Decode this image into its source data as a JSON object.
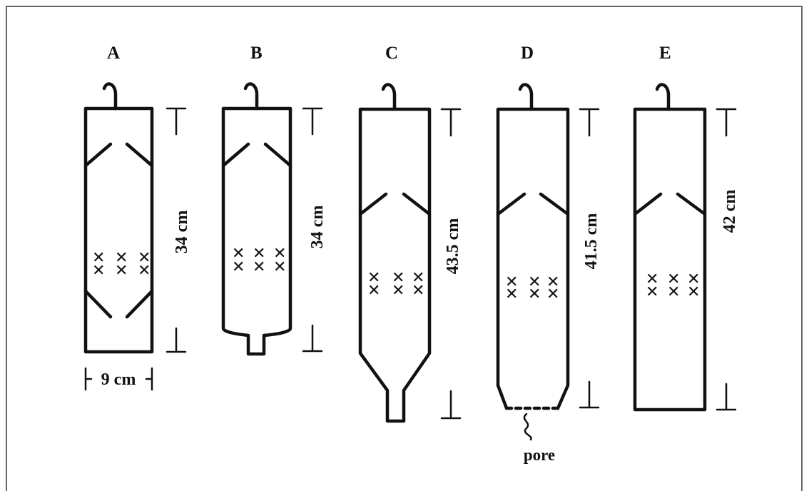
{
  "traps": [
    {
      "id": "A",
      "label": "A",
      "height_label": "34 cm",
      "width_label": "9 cm"
    },
    {
      "id": "B",
      "label": "B",
      "height_label": "34 cm"
    },
    {
      "id": "C",
      "label": "C",
      "height_label": "43.5 cm"
    },
    {
      "id": "D",
      "label": "D",
      "height_label": "41.5 cm",
      "bottom_label": "pore"
    },
    {
      "id": "E",
      "label": "E",
      "height_label": "42 cm"
    }
  ],
  "bait_mark": "✕",
  "colors": {
    "ink": "#111111",
    "frame": "#666666",
    "background": "#ffffff"
  }
}
